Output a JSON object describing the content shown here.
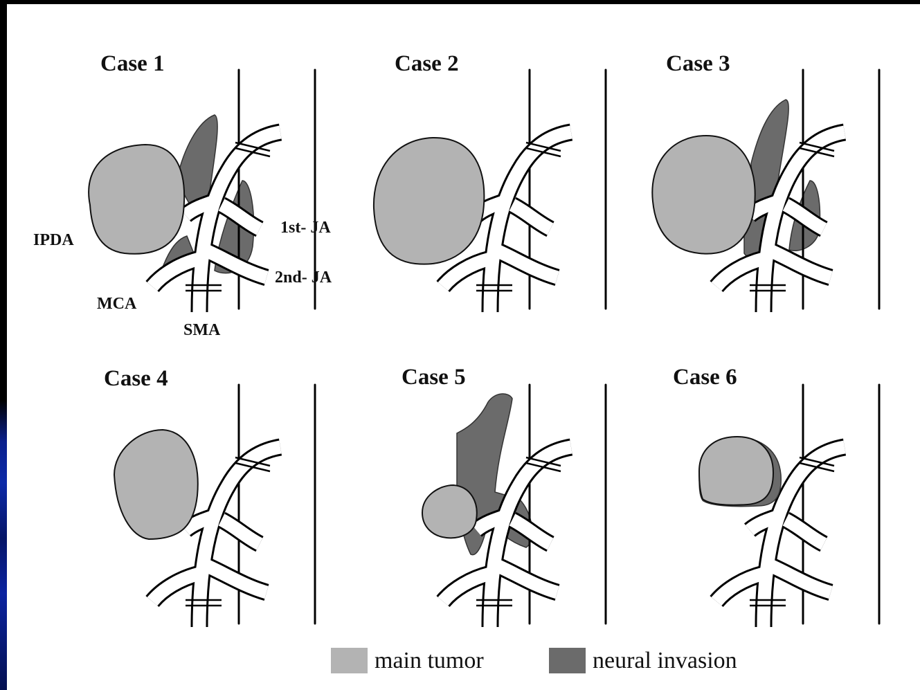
{
  "panels": [
    {
      "title": "Case 1"
    },
    {
      "title": "Case 2"
    },
    {
      "title": "Case 3"
    },
    {
      "title": "Case 4"
    },
    {
      "title": "Case 5"
    },
    {
      "title": "Case 6"
    }
  ],
  "labels": {
    "ipda": "IPDA",
    "mca": "MCA",
    "sma": "SMA",
    "ja1": "1st- JA",
    "ja2": "2nd- JA"
  },
  "legend": [
    {
      "label": "main tumor",
      "color": "#b3b3b3"
    },
    {
      "label": "neural invasion",
      "color": "#6b6b6b"
    }
  ],
  "colors": {
    "main_tumor": "#b3b3b3",
    "neural_invasion": "#6b6b6b",
    "background": "#ffffff",
    "frame": "#000000"
  }
}
